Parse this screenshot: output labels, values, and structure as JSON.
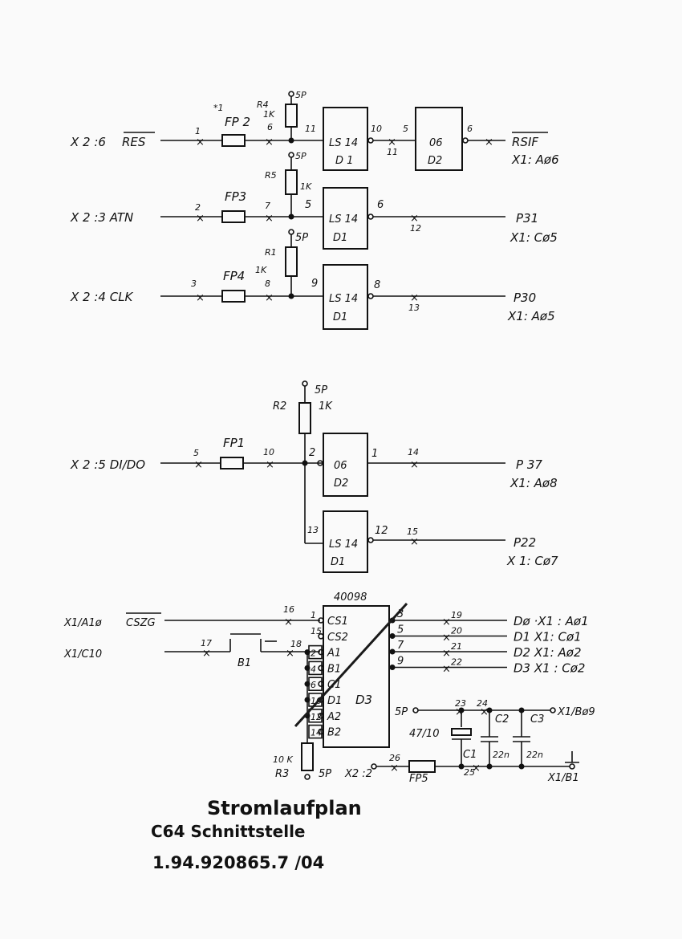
{
  "row1": {
    "connector": "X 2 :6",
    "signal": "RES",
    "pin_in": "1",
    "note": "*1",
    "fuse": "FP 2",
    "res_name": "R4",
    "res_value": "1K",
    "pin_fuse_out": "6",
    "supply": "5P",
    "gate_pin_in": "11",
    "gate_type": "LS 14",
    "gate_name": "D 1",
    "gate_pin_out": "10",
    "link_pin": "11",
    "gate2_pin_in": "5",
    "gate2_type": "06",
    "gate2_name": "D2",
    "gate2_pin_out": "6",
    "out_signal": "RSIF",
    "out_ref": "X1: Aø6"
  },
  "row2": {
    "connector": "X 2 :3 ATN",
    "pin_in": "2",
    "fuse": "FP3",
    "pin_fuse_out": "7",
    "res_name": "R5",
    "res_value": "1K",
    "supply": "5P",
    "gate_pin_in": "5",
    "gate_type": "LS 14",
    "gate_name": "D1",
    "gate_pin_out": "6",
    "link_pin": "12",
    "out_signal": "P31",
    "out_ref": "X1: Cø5"
  },
  "row3": {
    "connector": "X 2 :4 CLK",
    "pin_in": "3",
    "fuse": "FP4",
    "pin_fuse_out": "8",
    "res_name": "R1",
    "res_value": "1K",
    "supply": "5P",
    "gate_pin_in": "9",
    "gate_type": "LS 14",
    "gate_name": "D1",
    "gate_pin_out": "8",
    "link_pin": "13",
    "out_signal": "P30",
    "out_ref": "X1: Aø5"
  },
  "row4": {
    "connector": "X 2 :5 DI/DO",
    "pin_in": "5",
    "fuse": "FP1",
    "pin_fuse_out": "10",
    "res_name": "R2",
    "res_value": "1K",
    "supply": "5P",
    "gate_pin_in": "2",
    "gate_type": "06",
    "gate_name": "D2",
    "gate_pin_out": "1",
    "link_pin": "14",
    "out_signal": "P 37",
    "out_ref": "X1: Aø8",
    "gate2_pin_in": "13",
    "gate2_type": "LS 14",
    "gate2_name": "D1",
    "gate2_pin_out": "12",
    "link2_pin": "15",
    "out2_signal": "P22",
    "out2_ref": "X 1: Cø7"
  },
  "decoder": {
    "chip": "40098",
    "name": "D3",
    "in1_ref": "X1/A1ø",
    "in1_signal": "CSZG",
    "in1_pin": "16",
    "in2_ref": "X1/C10",
    "in2_pin_a": "17",
    "in2_pin_b": "18",
    "switch": "B1",
    "pins_left": [
      "1",
      "15",
      "2",
      "4",
      "6",
      "10",
      "12",
      "14"
    ],
    "labels_left": [
      "CS1",
      "CS2",
      "A1",
      "B1",
      "C1",
      "D1",
      "A2",
      "B2"
    ],
    "pins_right": [
      "3",
      "5",
      "7",
      "9"
    ],
    "links_right": [
      "19",
      "20",
      "21",
      "22"
    ],
    "outputs": [
      "Dø ·X1 : Aø1",
      "D1  X1: Cø1",
      "D2  X1: Aø2",
      "D3  X1 : Cø2"
    ],
    "pull_res": "R3",
    "pull_value": "10 K",
    "pull_supply": "5P"
  },
  "power": {
    "supply": "5P",
    "supply_out": "X1/Bø9",
    "links": [
      "23",
      "24",
      "25",
      "26"
    ],
    "cap_elyt": "47/10",
    "c1": "C1",
    "c2": "C2",
    "c3": "C3",
    "c2_value": "22n",
    "c3_value": "22n",
    "gnd_in": "X2 :2",
    "fuse": "FP5",
    "gnd_out": "X1/B1"
  },
  "footer": {
    "title": "Stromlaufplan",
    "subtitle": "C64 Schnittstelle",
    "doc_number": "1.94.920865.7 /04"
  }
}
